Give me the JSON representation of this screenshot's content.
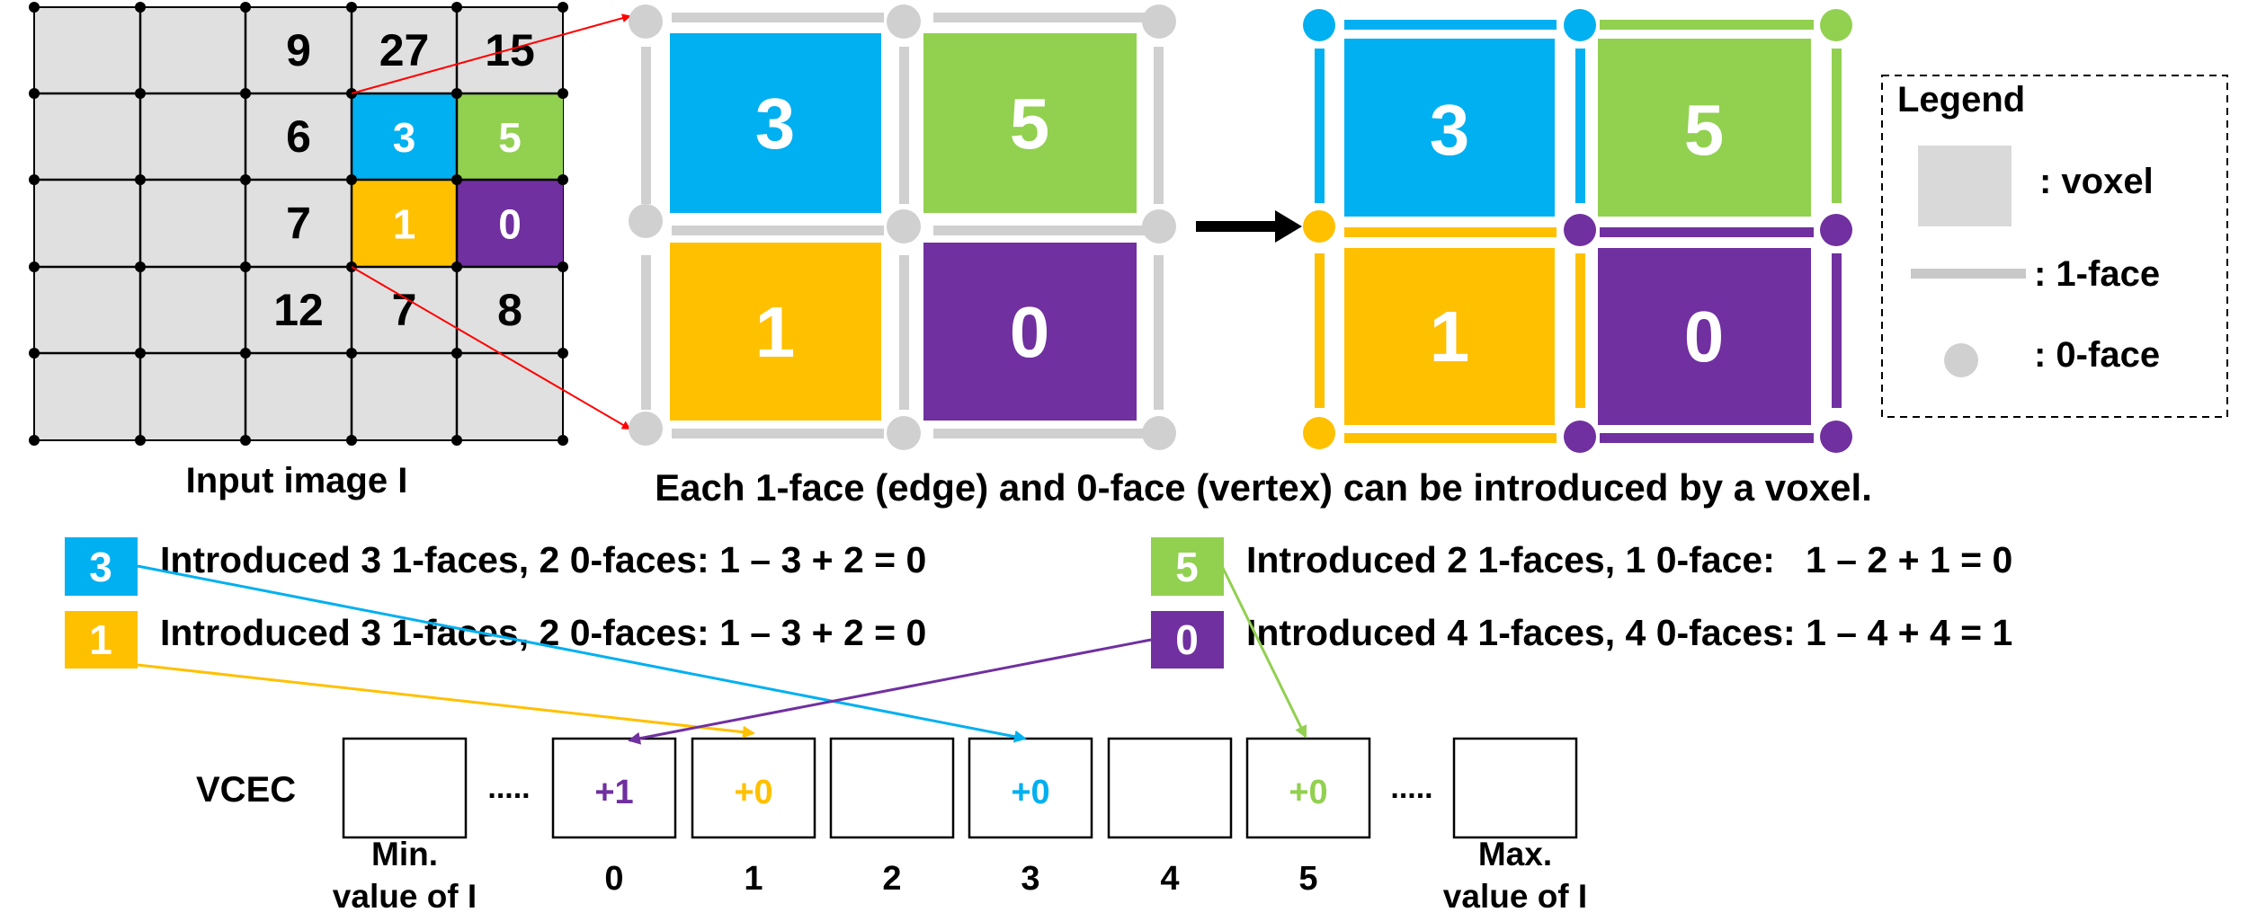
{
  "colors": {
    "blue": "#00B0F0",
    "green": "#92D050",
    "yellow": "#FFC000",
    "purple": "#7030A0",
    "gray": "#D0D0D0",
    "grid_fill": "#E0E0E0",
    "line": "#000000",
    "arrow_red": "#FF0000"
  },
  "input_grid": {
    "caption": "Input image I",
    "cells": [
      [
        "",
        "",
        "9",
        "27",
        "15"
      ],
      [
        "",
        "",
        "6",
        "3",
        "5"
      ],
      [
        "",
        "",
        "7",
        "1",
        "0"
      ],
      [
        "",
        "",
        "12",
        "7",
        "8"
      ],
      [
        "",
        "",
        "",
        "",
        ""
      ]
    ]
  },
  "complex": {
    "values": [
      "3",
      "5",
      "1",
      "0"
    ],
    "caption": "Each 1-face (edge) and 0-face (vertex) can be introduced by a voxel."
  },
  "legend": {
    "title": "Legend",
    "items": [
      {
        "label": ": voxel",
        "icon": "voxel-square"
      },
      {
        "label": ": 1-face",
        "icon": "edge-bar"
      },
      {
        "label": ": 0-face",
        "icon": "vertex-dot"
      }
    ]
  },
  "explanations": [
    {
      "value": "3",
      "text": "Introduced 3 1-faces, 2 0-faces: 1 – 3 + 2 = 0"
    },
    {
      "value": "1",
      "text": "Introduced 3 1-faces, 2 0-faces: 1 – 3 + 2 = 0"
    },
    {
      "value": "5",
      "text": "Introduced 2 1-faces, 1 0-face:   1 – 2 + 1 = 0"
    },
    {
      "value": "0",
      "text": "Introduced 4 1-faces, 4 0-faces: 1 – 4 + 4 = 1"
    }
  ],
  "vcec": {
    "label": "VCEC",
    "dots": ".....",
    "cells": [
      "",
      "+1",
      "+0",
      "",
      "+0",
      "",
      "+0",
      ""
    ],
    "index_labels": [
      "0",
      "1",
      "2",
      "3",
      "4",
      "5"
    ],
    "min_label": [
      "Min.",
      "value of I"
    ],
    "max_label": [
      "Max.",
      "value of I"
    ]
  }
}
